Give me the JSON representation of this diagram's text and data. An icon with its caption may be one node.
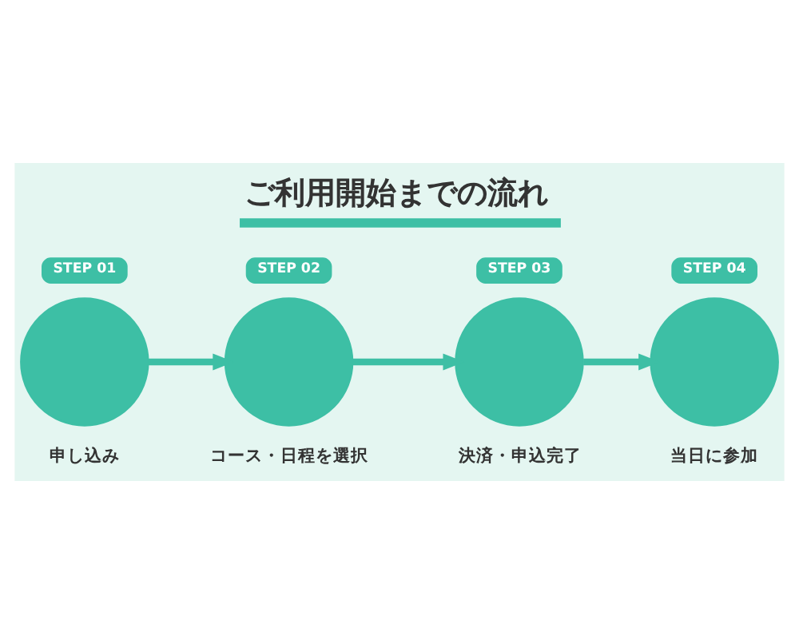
{
  "diagram": {
    "title": "ご利用開始までの流れ",
    "nodes": [
      {
        "text": [
          "STEP 01"
        ]
      },
      {
        "text": [],
        "shape": "circle",
        "beside": [
          "申し込み"
        ]
      },
      {
        "text": [
          "STEP 02"
        ]
      },
      {
        "text": [],
        "shape": "circle",
        "beside": [
          "コース・日程を選択"
        ]
      },
      {
        "text": [
          "STEP 03"
        ]
      },
      {
        "text": [],
        "shape": "circle",
        "beside": [
          "決済・申込完了"
        ]
      },
      {
        "text": [
          "STEP 04"
        ]
      },
      {
        "text": [],
        "shape": "circle",
        "beside": [
          "当日に参加"
        ]
      }
    ],
    "edges": [
      {
        "from": 1,
        "to": 3,
        "arrow": "to"
      },
      {
        "from": 3,
        "to": 5,
        "arrow": "to"
      },
      {
        "from": 5,
        "to": 7,
        "arrow": "to"
      }
    ]
  }
}
